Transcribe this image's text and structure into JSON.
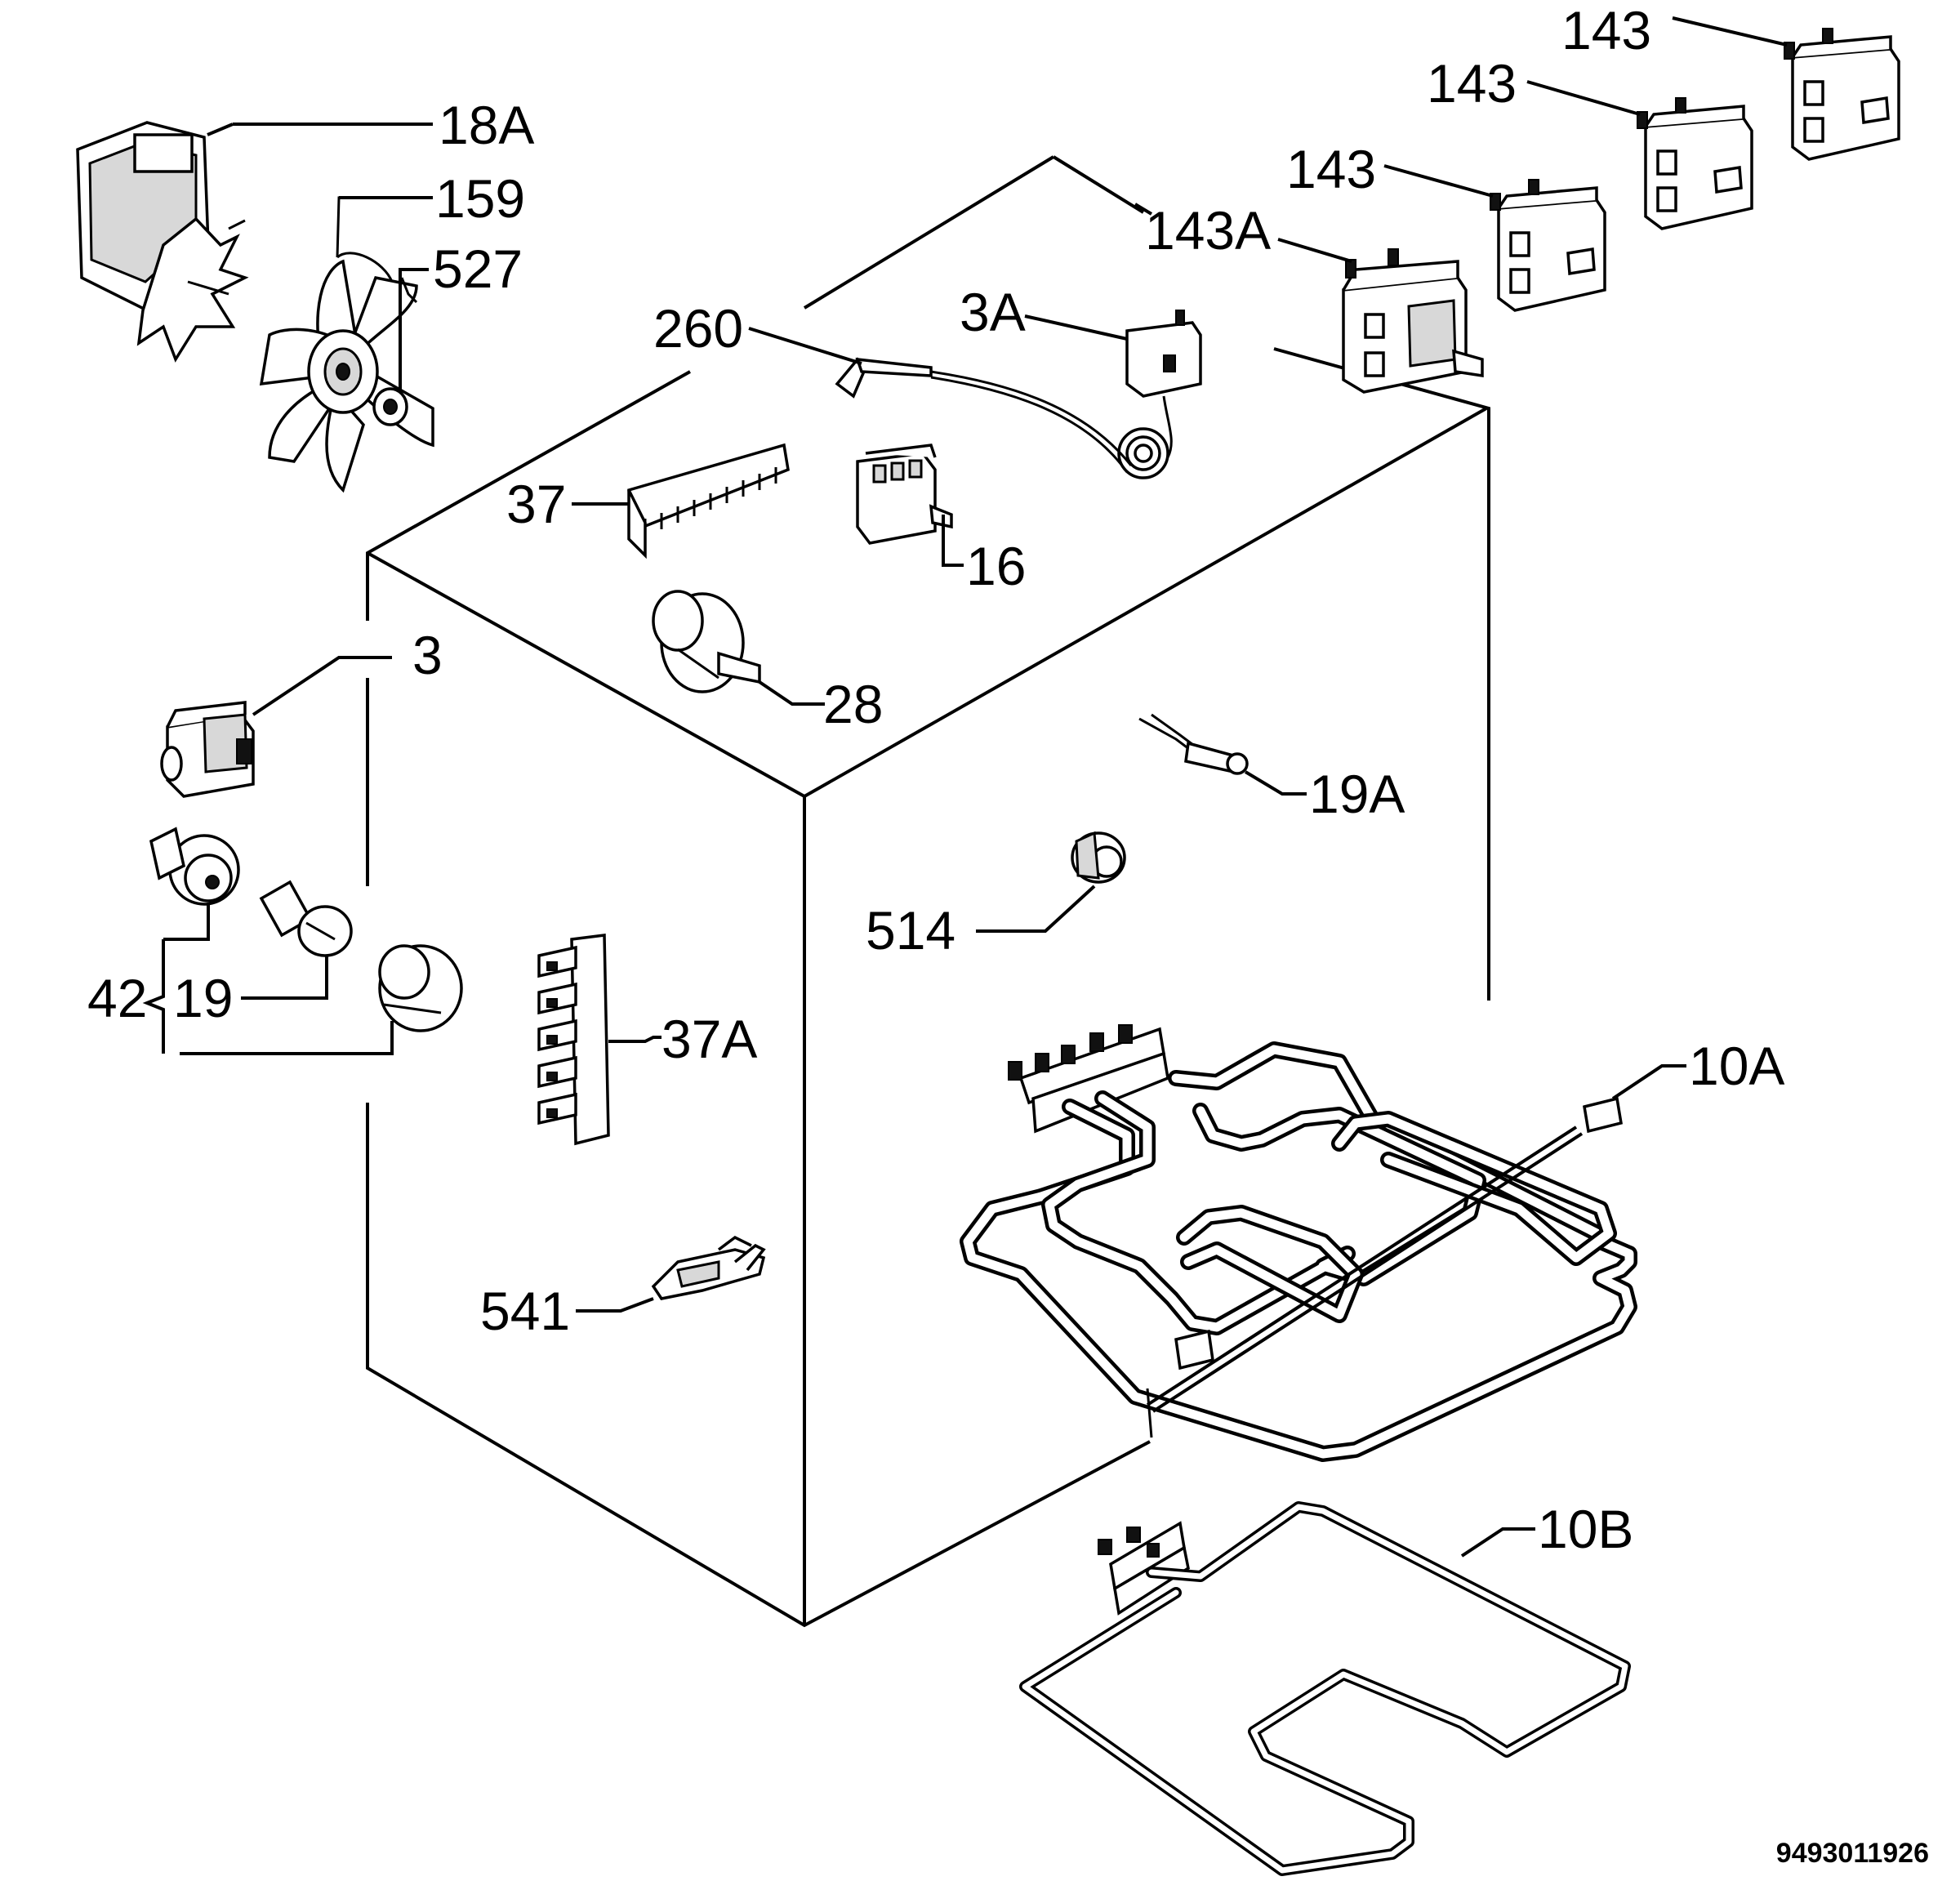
{
  "labels": {
    "fan_motor": "18A",
    "fan_blade": "159",
    "fan_nut": "527",
    "switch_top": "143",
    "switch_mid": "143",
    "switch_low": "143",
    "switch_main": "143A",
    "thermostat_bulb": "260",
    "thermostat": "3A",
    "terminal_block": "37",
    "selector_switch": "16",
    "knob_spindle": "28",
    "push_switch": "3",
    "neon_lamp": "19A",
    "grommet": "514",
    "lamp_group": "42",
    "lamp": "19",
    "terminal_strip": "37A",
    "clamp": "541",
    "grill_element": "10A",
    "base_element": "10B"
  },
  "document_number": "9493011926"
}
